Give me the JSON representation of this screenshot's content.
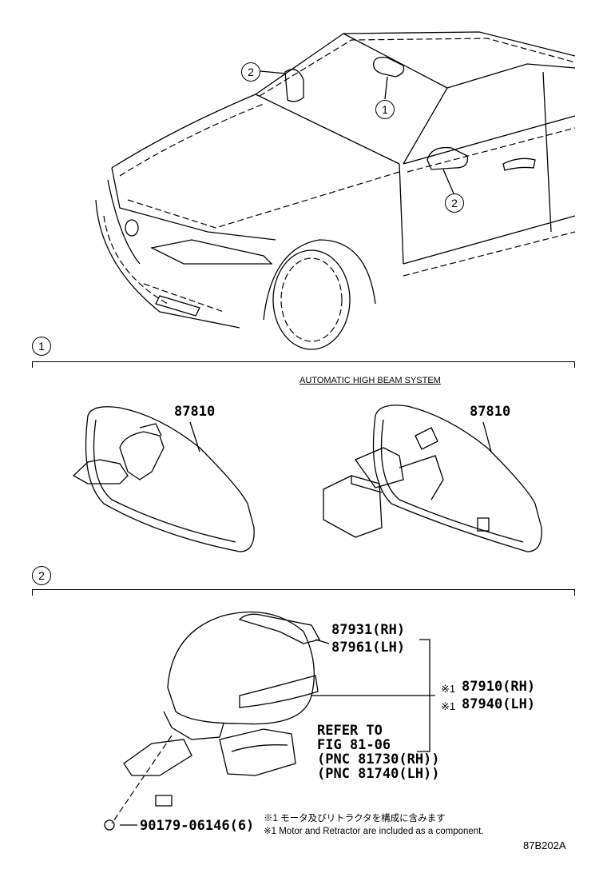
{
  "callouts": {
    "car_mirror_inner": "1",
    "car_mirror_outer_top": "2",
    "car_mirror_outer_door": "2",
    "section_1": "1",
    "section_2": "2"
  },
  "section1": {
    "subtitle": "AUTOMATIC HIGH BEAM SYSTEM",
    "part_left": "87810",
    "part_right": "87810"
  },
  "section2": {
    "cover_rh": "87931(RH)",
    "cover_lh": "87961(LH)",
    "mirror_mark_1": "※1",
    "mirror_rh": "87910(RH)",
    "mirror_mark_2": "※1",
    "mirror_lh": "87940(LH)",
    "refer_line1": "REFER TO",
    "refer_line2": "FIG 81-06",
    "refer_line3": "(PNC 81730(RH))",
    "refer_line4": "(PNC 81740(LH))",
    "screw_part": "90179-06146(6)",
    "note_jp": "※1 モータ及びリトラクタを構成に含みます",
    "note_en": "※1 Motor and Retractor are included as a component."
  },
  "diagram_code": "87B202A"
}
